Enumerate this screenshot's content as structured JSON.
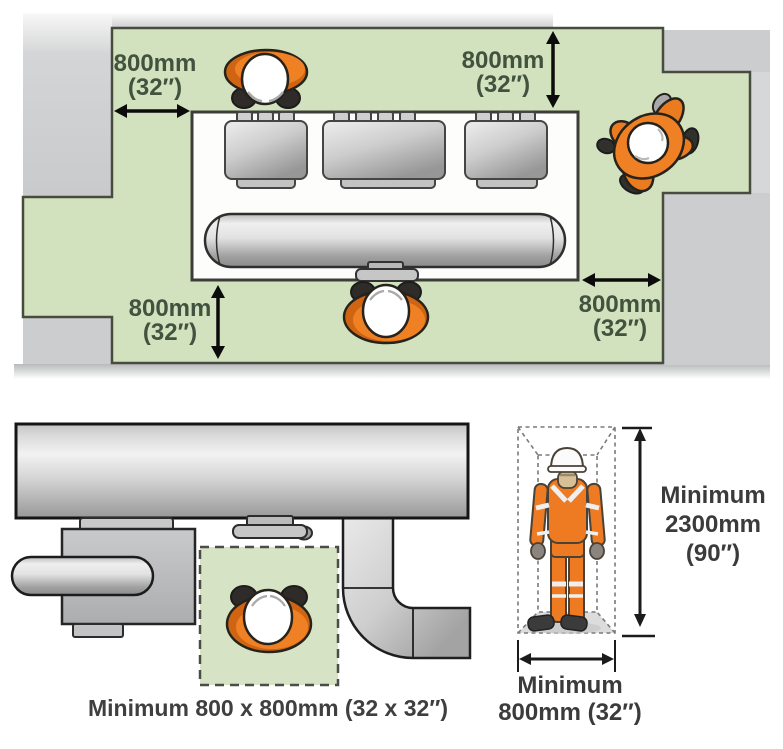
{
  "figure": {
    "type": "equipment-clearance-diagram",
    "views": [
      "plan view with walkway clearances",
      "pipework detail view",
      "standing worker clearance"
    ]
  },
  "top_view": {
    "dim_top_left": {
      "value": "800mm",
      "inches": "(32″)"
    },
    "dim_top_right": {
      "value": "800mm",
      "inches": "(32″)"
    },
    "dim_bottom_left": {
      "value": "800mm",
      "inches": "(32″)"
    },
    "dim_bottom_right": {
      "value": "800mm",
      "inches": "(32″)"
    }
  },
  "detail_view": {
    "caption": "Minimum 800 x 800mm (32 x 32″)"
  },
  "clearance_view": {
    "height_label": {
      "line1": "Minimum",
      "line2": "2300mm",
      "line3": "(90″)"
    },
    "width_label": {
      "line1": "Minimum",
      "line2": "800mm (32″)"
    }
  },
  "icons": {
    "worker_top_view": "worker seen from above (orange coveralls, white hard hat)",
    "worker_walking_top_view": "walking worker seen from above",
    "worker_standing": "standing worker in hi-vis coveralls with hard hat",
    "dimension_arrow": "black double-headed dimension arrow"
  },
  "colors": {
    "clearance_green": "#d3e2be",
    "worker_orange": "#ea7b1f",
    "dimension_text_green": "#41523f",
    "caption_text": "#3b3b3b",
    "wall_gray": "#cbcdce"
  }
}
